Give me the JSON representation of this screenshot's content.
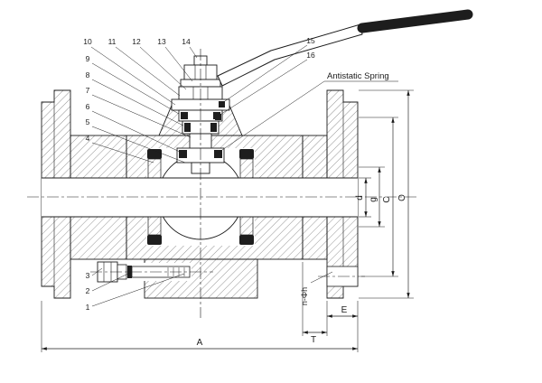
{
  "colors": {
    "background": "#ffffff",
    "line": "#1c1c1c",
    "seal_fill": "#1e1e1e"
  },
  "callouts": {
    "c1": "1",
    "c2": "2",
    "c3": "3",
    "c4": "4",
    "c5": "5",
    "c6": "6",
    "c7": "7",
    "c8": "8",
    "c9": "9",
    "c10": "10",
    "c11": "11",
    "c12": "12",
    "c13": "13",
    "c14": "14",
    "c15": "15",
    "c16": "16"
  },
  "annotations": {
    "antistatic_spring": "Antistatic Spring"
  },
  "dimensions": {
    "bore_diameter": "d",
    "sealing_face_diameter": "g",
    "bolt_circle_diameter": "C",
    "flange_outer_diameter": "O",
    "bolt_holes": "n-Φh",
    "flange_thickness": "E",
    "raised_face_depth": "T",
    "face_to_face_length": "A"
  }
}
